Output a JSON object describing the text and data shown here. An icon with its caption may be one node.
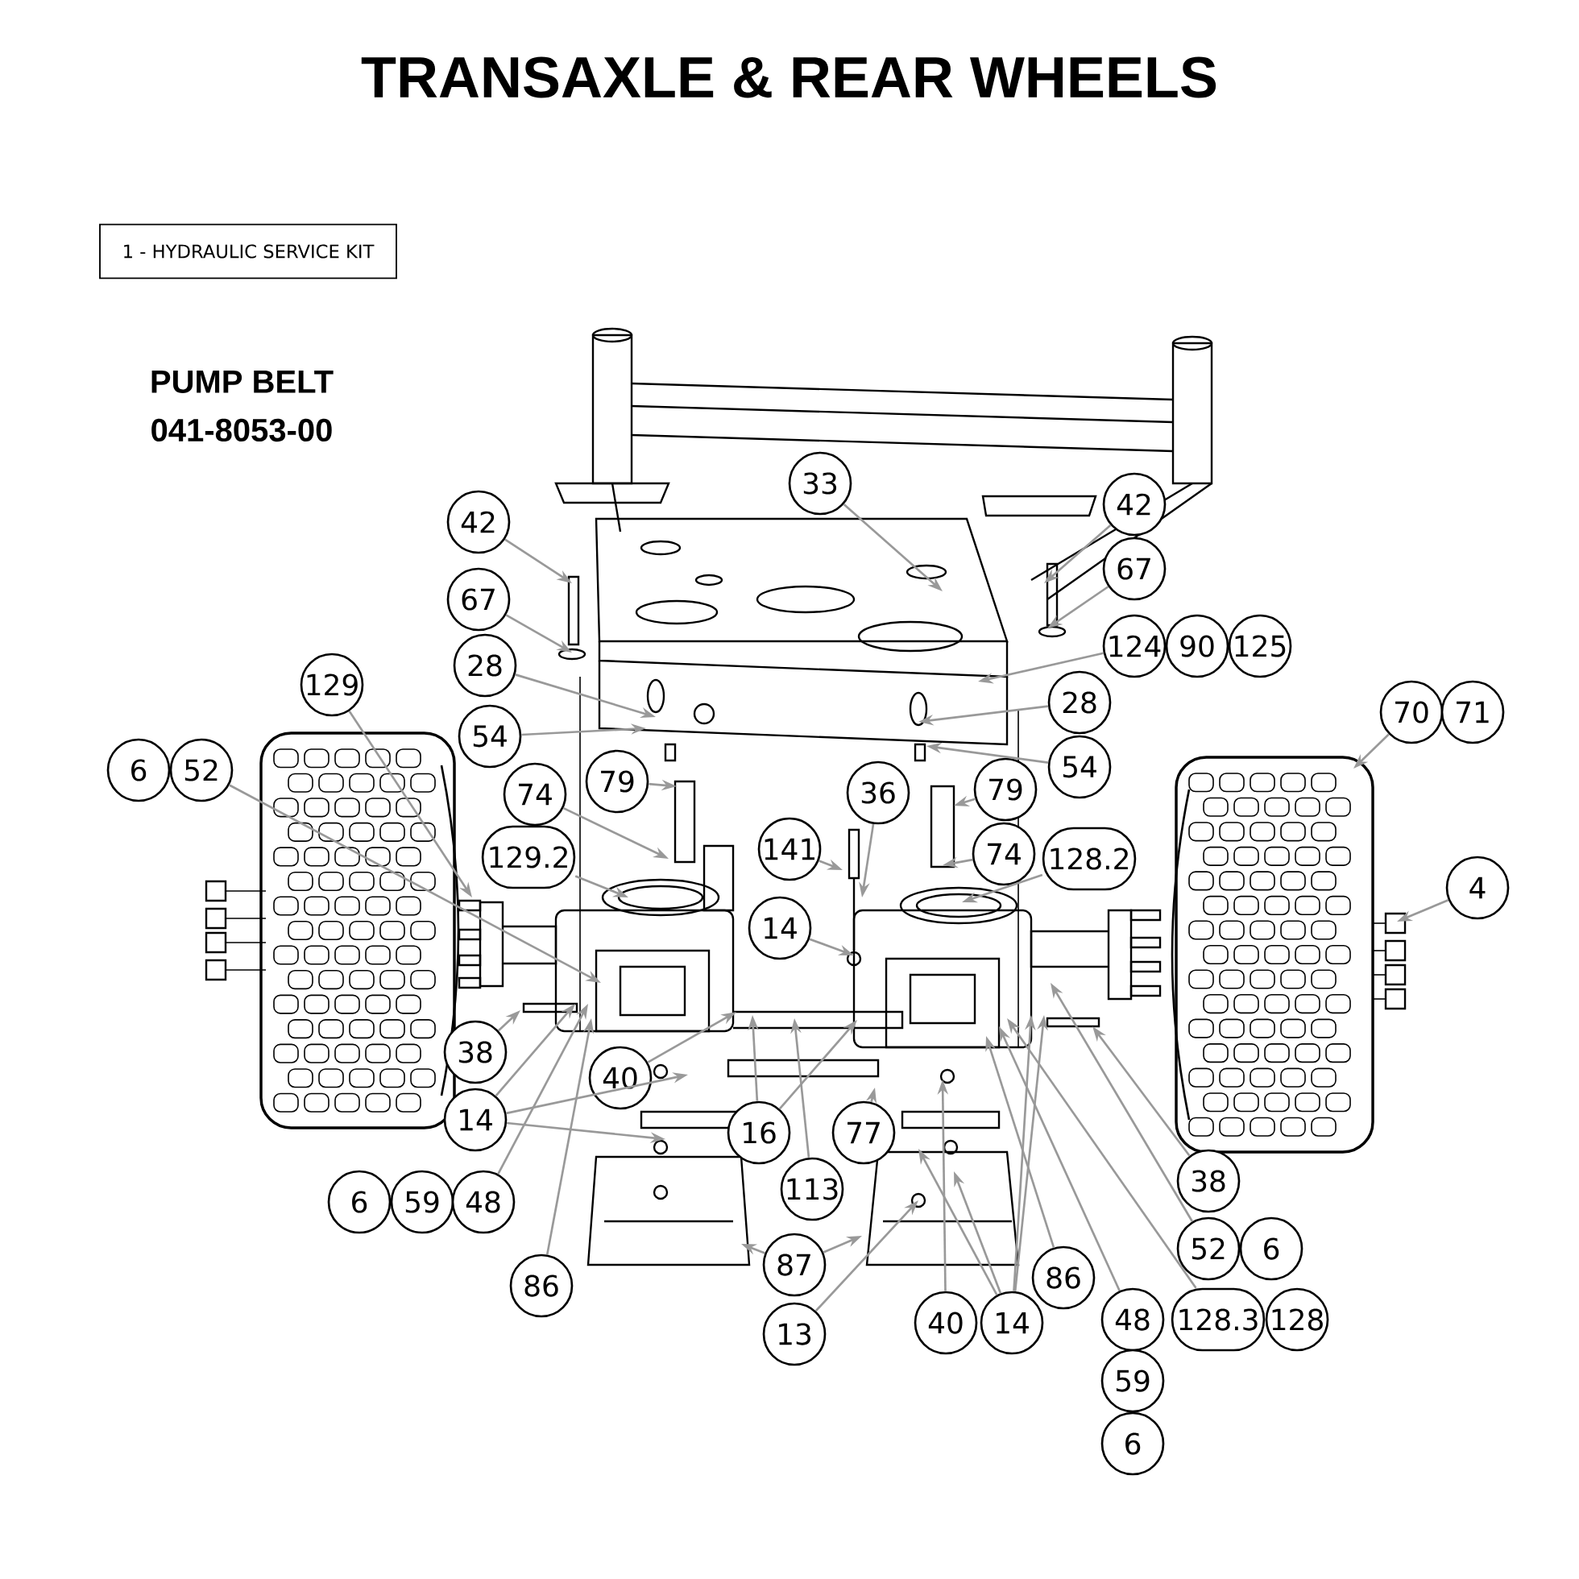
{
  "diagram": {
    "title": "TRANSAXLE & REAR WHEELS",
    "nodes": [
      {
        "text": [
          "1 - HYDRAULIC SERVICE KIT"
        ]
      },
      {
        "text": [
          "33"
        ]
      },
      {
        "text": [
          "42"
        ]
      },
      {
        "text": [
          "42"
        ]
      },
      {
        "text": [
          "67"
        ]
      },
      {
        "text": [
          "67"
        ]
      },
      {
        "text": [
          "28"
        ]
      },
      {
        "text": [
          "124"
        ]
      },
      {
        "text": [
          "90"
        ]
      },
      {
        "text": [
          "125"
        ]
      },
      {
        "text": [
          "28"
        ]
      },
      {
        "text": [
          "129"
        ]
      },
      {
        "text": [
          "54"
        ]
      },
      {
        "text": [
          "54"
        ]
      },
      {
        "text": [
          "70"
        ]
      },
      {
        "text": [
          "71"
        ]
      },
      {
        "text": [
          "6"
        ]
      },
      {
        "text": [
          "52"
        ]
      },
      {
        "text": [
          "79"
        ]
      },
      {
        "text": [
          "79"
        ]
      },
      {
        "text": [
          "74"
        ]
      },
      {
        "text": [
          "36"
        ]
      },
      {
        "text": [
          "74"
        ]
      },
      {
        "text": [
          "129.2"
        ]
      },
      {
        "text": [
          "141"
        ]
      },
      {
        "text": [
          "128.2"
        ]
      },
      {
        "text": [
          "4"
        ]
      },
      {
        "text": [
          "14"
        ]
      },
      {
        "text": [
          "38"
        ]
      },
      {
        "text": [
          "40"
        ]
      },
      {
        "text": [
          "14"
        ]
      },
      {
        "text": [
          "16"
        ]
      },
      {
        "text": [
          "77"
        ]
      },
      {
        "text": [
          "113"
        ]
      },
      {
        "text": [
          "6"
        ]
      },
      {
        "text": [
          "59"
        ]
      },
      {
        "text": [
          "48"
        ]
      },
      {
        "text": [
          "86"
        ]
      },
      {
        "text": [
          "87"
        ]
      },
      {
        "text": [
          "13"
        ]
      },
      {
        "text": [
          "40"
        ]
      },
      {
        "text": [
          "14"
        ]
      },
      {
        "text": [
          "86"
        ]
      },
      {
        "text": [
          "38"
        ]
      },
      {
        "text": [
          "52"
        ]
      },
      {
        "text": [
          "6"
        ]
      },
      {
        "text": [
          "48"
        ]
      },
      {
        "text": [
          "128.3"
        ]
      },
      {
        "text": [
          "128"
        ]
      },
      {
        "text": [
          "59"
        ]
      },
      {
        "text": [
          "6"
        ]
      }
    ],
    "edges": [
      {
        "from": 1,
        "to": null,
        "arrow": "to"
      },
      {
        "from": 2,
        "to": null,
        "arrow": "to"
      },
      {
        "from": 3,
        "to": null,
        "arrow": "to"
      },
      {
        "from": 4,
        "to": null,
        "arrow": "to"
      },
      {
        "from": 5,
        "to": null,
        "arrow": "to"
      },
      {
        "from": 6,
        "to": null,
        "arrow": "to"
      },
      {
        "from": 7,
        "to": null,
        "arrow": "to"
      },
      {
        "from": 10,
        "to": null,
        "arrow": "to"
      },
      {
        "from": 11,
        "to": null,
        "arrow": "to"
      },
      {
        "from": 12,
        "to": null,
        "arrow": "to"
      },
      {
        "from": 13,
        "to": null,
        "arrow": "to"
      },
      {
        "from": 14,
        "to": null,
        "arrow": "to"
      },
      {
        "from": 17,
        "to": null,
        "arrow": "to"
      },
      {
        "from": 18,
        "to": null,
        "arrow": "to"
      },
      {
        "from": 19,
        "to": null,
        "arrow": "to"
      },
      {
        "from": 20,
        "to": null,
        "arrow": "to"
      },
      {
        "from": 21,
        "to": null,
        "arrow": "to"
      },
      {
        "from": 22,
        "to": null,
        "arrow": "to"
      },
      {
        "from": 23,
        "to": null,
        "arrow": "to"
      },
      {
        "from": 24,
        "to": null,
        "arrow": "to"
      },
      {
        "from": 25,
        "to": null,
        "arrow": "to"
      },
      {
        "from": 26,
        "to": null,
        "arrow": "to"
      },
      {
        "from": 27,
        "to": null,
        "arrow": "to"
      },
      {
        "from": 28,
        "to": null,
        "arrow": "to"
      },
      {
        "from": 29,
        "to": null,
        "arrow": "to"
      },
      {
        "from": 30,
        "to": null,
        "arrow": "to"
      },
      {
        "from": 30,
        "to": null,
        "arrow": "to"
      },
      {
        "from": 30,
        "to": null,
        "arrow": "to"
      },
      {
        "from": 31,
        "to": null,
        "arrow": "to"
      },
      {
        "from": 31,
        "to": null,
        "arrow": "to"
      },
      {
        "from": 32,
        "to": null,
        "arrow": "to"
      },
      {
        "from": 33,
        "to": null,
        "arrow": "to"
      },
      {
        "from": 36,
        "to": null,
        "arrow": "to"
      },
      {
        "from": 37,
        "to": null,
        "arrow": "to"
      },
      {
        "from": 38,
        "to": null,
        "arrow": "to"
      },
      {
        "from": 38,
        "to": null,
        "arrow": "to"
      },
      {
        "from": 39,
        "to": null,
        "arrow": "to"
      },
      {
        "from": 40,
        "to": null,
        "arrow": "to"
      },
      {
        "from": 41,
        "to": null,
        "arrow": "to"
      },
      {
        "from": 41,
        "to": null,
        "arrow": "to"
      },
      {
        "from": 41,
        "to": null,
        "arrow": "to"
      },
      {
        "from": 41,
        "to": null,
        "arrow": "to"
      },
      {
        "from": 42,
        "to": null,
        "arrow": "to"
      },
      {
        "from": 43,
        "to": null,
        "arrow": "to"
      },
      {
        "from": 44,
        "to": null,
        "arrow": "to"
      },
      {
        "from": 46,
        "to": null,
        "arrow": "to"
      },
      {
        "from": 47,
        "to": null,
        "arrow": "to"
      }
    ],
    "labels": [
      "PUMP BELT",
      "041-8053-00"
    ]
  }
}
